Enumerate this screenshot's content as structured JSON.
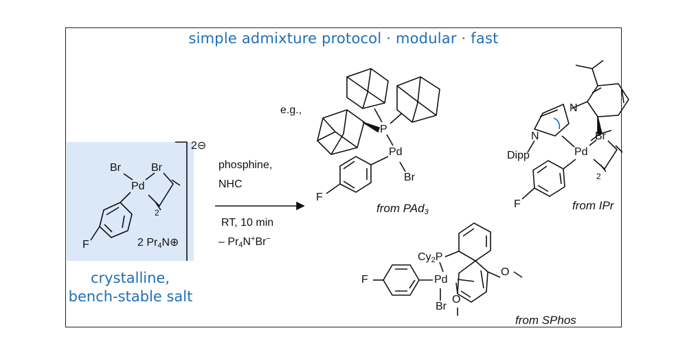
{
  "title": "simple admixture protocol · modular · fast",
  "salt": {
    "charge": "2⊖",
    "caption_line1": "crystalline,",
    "caption_line2": "bench-stable salt",
    "counterion": "2 Pr",
    "counterion_sub": "4",
    "counterion_end": "N⊕",
    "atoms": {
      "br1": "Br",
      "br2": "Br",
      "pd": "Pd",
      "f": "F",
      "sub2": "2"
    }
  },
  "arrow": {
    "above1": "phosphine,",
    "above2": "NHC",
    "below1": "RT, 10 min",
    "below2_a": "– Pr",
    "below2_sub": "4",
    "below2_b": "N",
    "below2_sup1": "+",
    "below2_c": "Br",
    "below2_sup2": "−"
  },
  "products": {
    "eg": "e.g.,",
    "pad3": {
      "label": "from PAd",
      "label_sub": "3",
      "p": "P",
      "pd": "Pd",
      "br": "Br",
      "f": "F"
    },
    "ipr": {
      "label": "from IPr",
      "n1": "N",
      "n2": "N",
      "dipp": "Dipp",
      "pd": "Pd",
      "br": "Br",
      "f": "F",
      "sub2": "2"
    },
    "sphos": {
      "label": "from SPhos",
      "cy2p": "Cy",
      "cy2p_sub": "2",
      "cy2p_end": "P",
      "pd": "Pd",
      "br": "Br",
      "f": "F",
      "o1": "O",
      "o2": "O"
    }
  }
}
